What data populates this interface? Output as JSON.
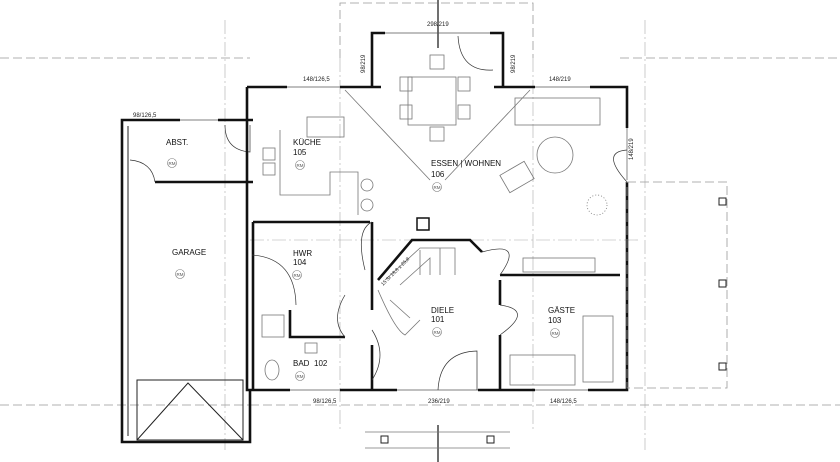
{
  "rooms": {
    "abst": {
      "name": "ABST.",
      "badge": "RM"
    },
    "garage": {
      "name": "GARAGE",
      "badge": "RM"
    },
    "kueche": {
      "name": "KÜCHE",
      "number": "105",
      "badge": "RM"
    },
    "essen": {
      "name": "ESSEN | WOHNEN",
      "number": "106",
      "badge": "RM"
    },
    "hwr": {
      "name": "HWR",
      "number": "104",
      "badge": "RM"
    },
    "diele": {
      "name": "DIELE",
      "number": "101",
      "badge": "RM"
    },
    "gaeste": {
      "name": "GÄSTE",
      "number": "103",
      "badge": "RM"
    },
    "bad": {
      "name": "BAD",
      "number": "102",
      "badge": "RM"
    }
  },
  "dimensions": {
    "abst_window": "98/126,5",
    "kueche_window": "148/126,5",
    "bay_left": "98/219",
    "bay_front": "298/219",
    "bay_right": "98/219",
    "wohnen_window": "148/219",
    "side_door": "148/219",
    "bad_window": "98/126,5",
    "entrance": "236/219",
    "gaeste_window": "148/126,5"
  },
  "stair": {
    "label": "15 St 18,8 x 25,8"
  }
}
